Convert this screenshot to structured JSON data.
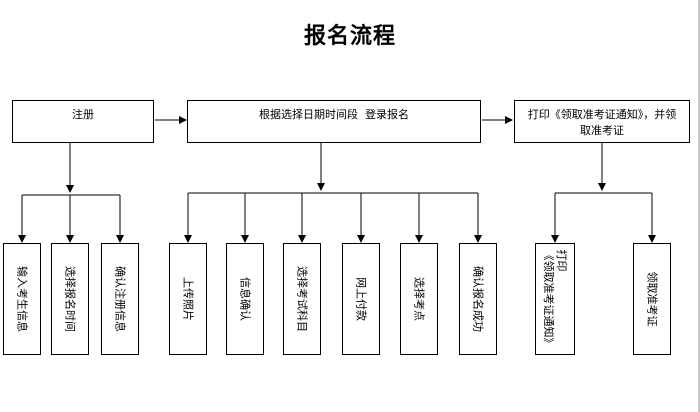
{
  "title": "报名流程",
  "top_boxes": {
    "register": "注册",
    "signup": "根据选择日期时间段  登录报名",
    "print_line1": "打印《领取准考证通知》，并领",
    "print_line2": "取准考证"
  },
  "sub_boxes": {
    "input_info": "输入考生信息",
    "choose_time": "选择报名时间",
    "confirm_reg": "确认注册信息",
    "upload_photo": "上传照片",
    "info_confirm": "信息确认",
    "choose_subject": "选择考试科目",
    "online_pay": "网上付款",
    "choose_site": "选择考点",
    "confirm_signup": "确认报名成功",
    "print_notice_line1": "打印",
    "print_notice_line2": "《领取准考证通知》",
    "collect_ticket": "领取准考证"
  }
}
